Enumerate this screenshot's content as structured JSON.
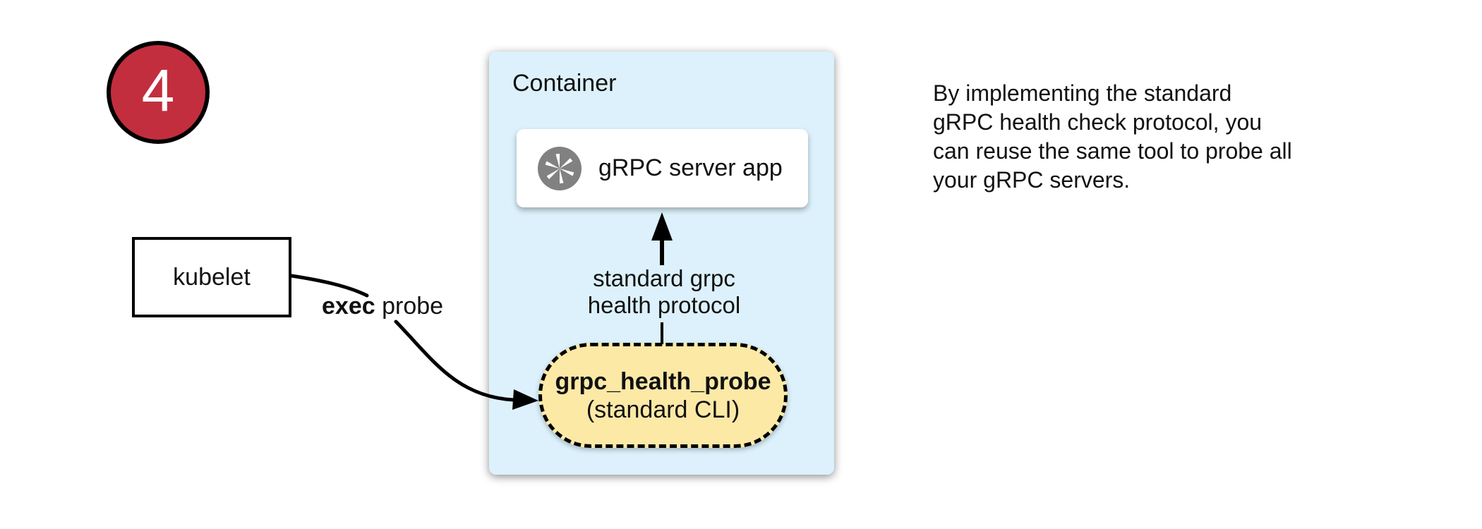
{
  "diagram": {
    "step_badge": {
      "number": "4",
      "fill": "#c22e3e"
    },
    "kubelet": {
      "label": "kubelet"
    },
    "exec_probe": {
      "bold": "exec",
      "rest": " probe"
    },
    "container": {
      "title": "Container",
      "fill": "#dcf1fb",
      "server_app": {
        "label": "gRPC server app",
        "icon": "grpc-aperture-icon",
        "icon_color": "#818181"
      },
      "protocol_arrow": {
        "line1": "standard grpc",
        "line2": "health protocol"
      },
      "probe": {
        "title": "grpc_health_probe",
        "subtitle": "(standard CLI)",
        "fill": "#fce9a6"
      }
    },
    "note": {
      "lines": [
        "By implementing the standard",
        "gRPC health check protocol, you",
        "can reuse the same tool to probe all",
        "your gRPC servers."
      ]
    }
  }
}
